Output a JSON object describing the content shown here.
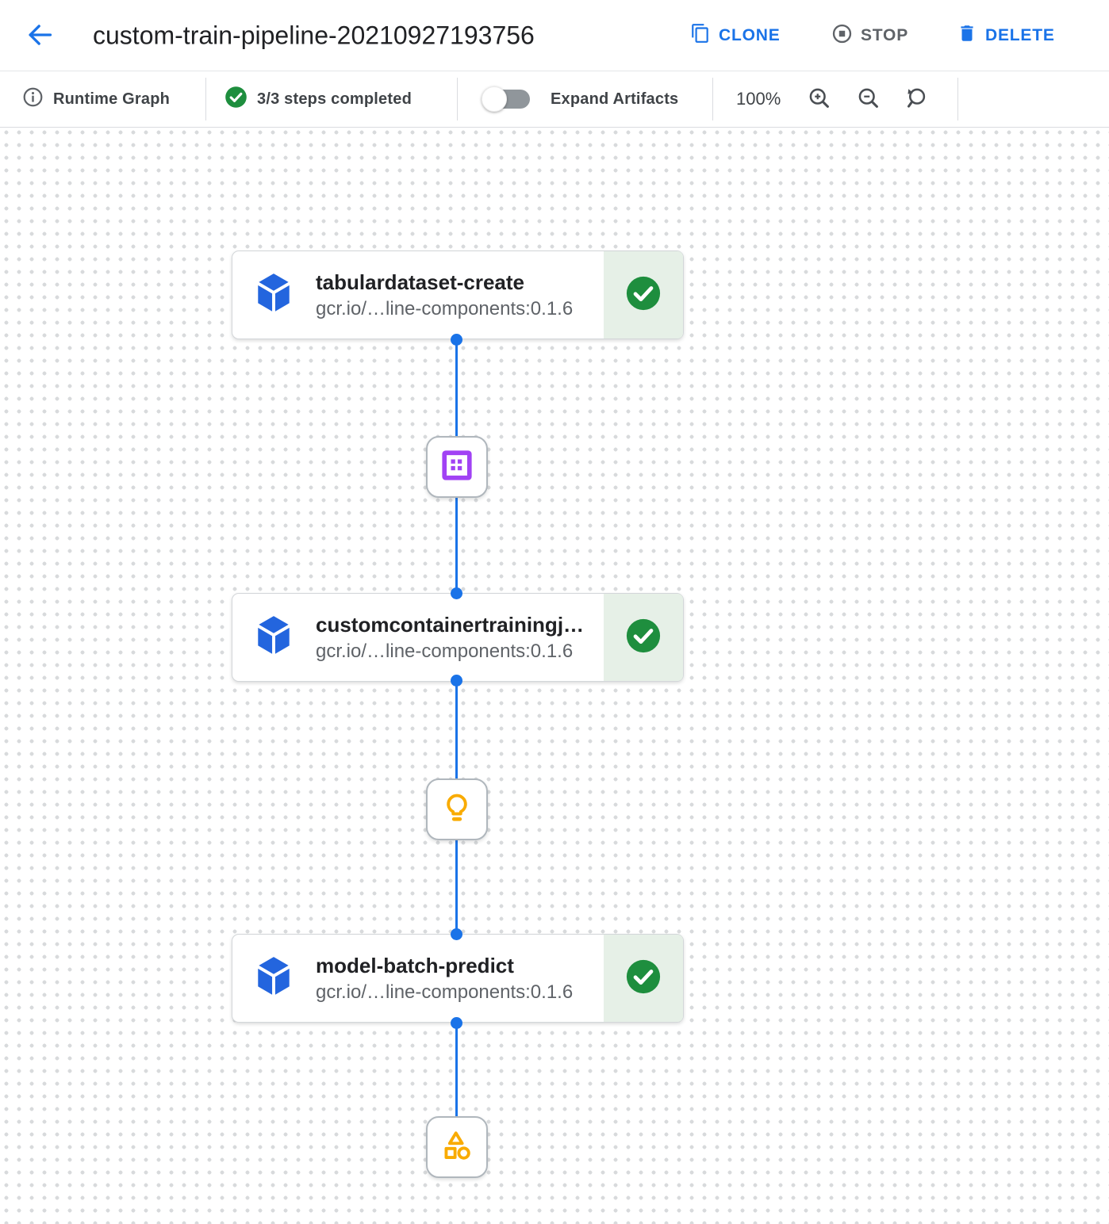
{
  "header": {
    "title": "custom-train-pipeline-20210927193756",
    "back_icon": "arrow-back",
    "clone_label": "CLONE",
    "stop_label": "STOP",
    "delete_label": "DELETE"
  },
  "toolbar": {
    "view_label": "Runtime Graph",
    "steps_completed": "3/3 steps completed",
    "expand_artifacts_label": "Expand Artifacts",
    "expand_artifacts_enabled": false,
    "zoom_level": "100%",
    "zoom_controls": [
      "zoom-in",
      "zoom-out",
      "zoom-reset"
    ]
  },
  "graph": {
    "nodes": [
      {
        "title": "tabulardataset-create",
        "subtitle": "gcr.io/…line-components:0.1.6",
        "status": "completed"
      },
      {
        "title": "customcontainertrainingj…",
        "subtitle": "gcr.io/…line-components:0.1.6",
        "status": "completed"
      },
      {
        "title": "model-batch-predict",
        "subtitle": "gcr.io/…line-components:0.1.6",
        "status": "completed"
      }
    ],
    "artifacts": [
      {
        "type": "dataset",
        "icon": "dataset-icon"
      },
      {
        "type": "model",
        "icon": "model-icon"
      },
      {
        "type": "artifact",
        "icon": "generic-artifact-icon"
      }
    ]
  },
  "colors": {
    "accent_blue": "#1a73e8",
    "edge_blue": "#1a73e8",
    "success_green": "#1e8e3e",
    "success_bg": "#e6f0e7",
    "component_blue": "#2365de",
    "dataset_purple": "#a142f4",
    "artifact_orange": "#f9ab00"
  }
}
